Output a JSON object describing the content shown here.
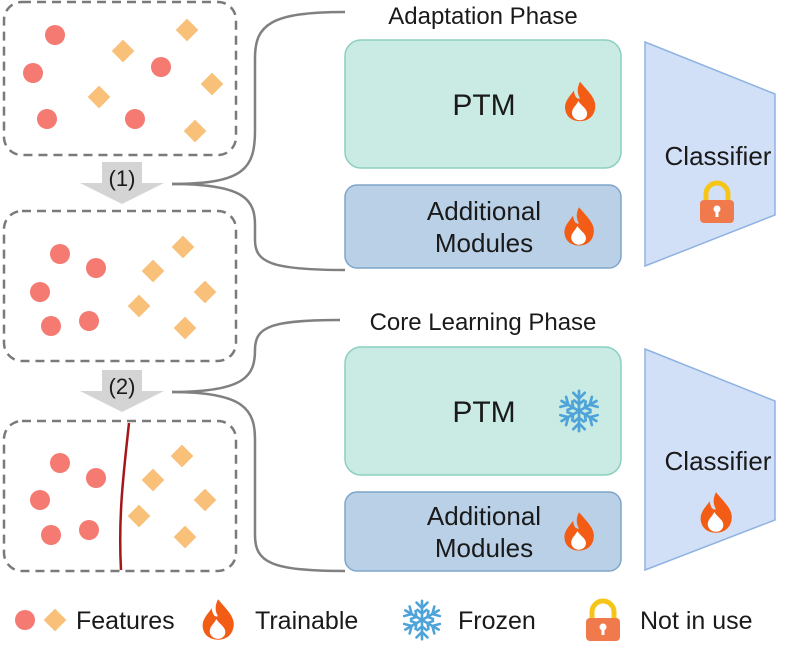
{
  "adaptation": {
    "title": "Adaptation Phase",
    "ptm_label": "PTM",
    "modules_label_line1": "Additional",
    "modules_label_line2": "Modules",
    "classifier_label": "Classifier"
  },
  "core": {
    "title": "Core Learning Phase",
    "ptm_label": "PTM",
    "modules_label_line1": "Additional",
    "modules_label_line2": "Modules",
    "classifier_label": "Classifier"
  },
  "steps": {
    "step1": "(1)",
    "step2": "(2)"
  },
  "legend": {
    "features": "Features",
    "trainable": "Trainable",
    "frozen": "Frozen",
    "not_in_use": "Not in use"
  },
  "colors": {
    "ptm_fill": "#c9ebe3",
    "ptm_stroke": "#8ccfc0",
    "modules_fill": "#b9d0e6",
    "modules_stroke": "#7fa6c9",
    "classifier_fill": "#d2e0f7",
    "classifier_stroke": "#8fb2e2",
    "circle_feature": "#f47a72",
    "diamond_feature": "#f9c07a",
    "boundary": "#a3161c",
    "flame": "#f25c14",
    "snowflake": "#4ea3d8",
    "lock": "#f07a4c",
    "box_dash": "#7a7a7a",
    "connector": "#808080"
  },
  "icons": [
    "circle-feature-icon",
    "diamond-feature-icon",
    "flame-icon",
    "snowflake-icon",
    "lock-icon"
  ]
}
